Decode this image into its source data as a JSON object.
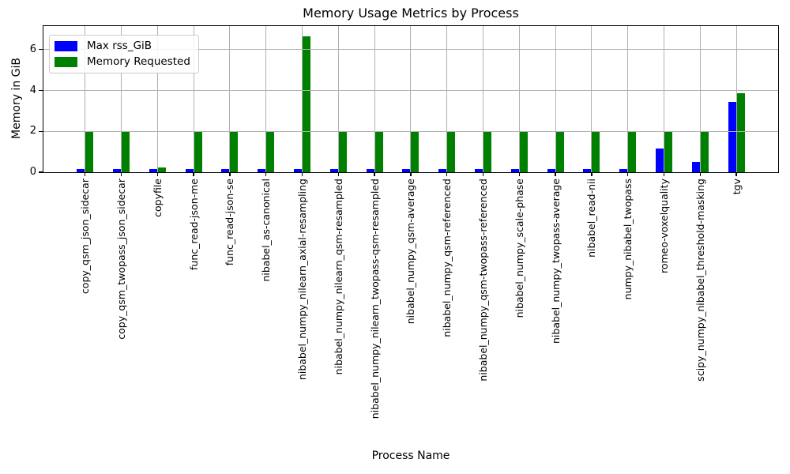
{
  "chart_data": {
    "type": "bar",
    "title": "Memory Usage Metrics by Process",
    "xlabel": "Process Name",
    "ylabel": "Memory in GiB",
    "categories": [
      "copy_qsm_json_sidecar",
      "copy_qsm_twopass_json_sidecar",
      "copyfile",
      "func_read-json-me",
      "func_read-json-se",
      "nibabel_as-canonical",
      "nibabel_numpy_nilearn_axial-resampling",
      "nibabel_numpy_nilearn_qsm-resampled",
      "nibabel_numpy_nilearn_twopass-qsm-resampled",
      "nibabel_numpy_qsm-average",
      "nibabel_numpy_qsm-referenced",
      "nibabel_numpy_qsm-twopass-referenced",
      "nibabel_numpy_scale-phase",
      "nibabel_numpy_twopass-average",
      "nibabel_read-nii",
      "numpy_nibabel_twopass",
      "romeo-voxelquality",
      "scipy_numpy_nibabel_threshold-masking",
      "tgv"
    ],
    "series": [
      {
        "name": "Max rss_GiB",
        "color": "#0000ff",
        "values": [
          0.15,
          0.15,
          0.15,
          0.15,
          0.15,
          0.15,
          0.15,
          0.15,
          0.15,
          0.15,
          0.15,
          0.15,
          0.15,
          0.15,
          0.15,
          0.15,
          1.15,
          0.5,
          3.45
        ]
      },
      {
        "name": "Memory Requested",
        "color": "#008000",
        "values": [
          2,
          2,
          0.25,
          2,
          2,
          2,
          6.65,
          2,
          2,
          2,
          2,
          2,
          2,
          2,
          2,
          2,
          2,
          2,
          3.85
        ]
      }
    ],
    "ylim": [
      0,
      7.15
    ],
    "yticks": [
      0,
      2,
      4,
      6
    ],
    "grid": true,
    "grid_color": "#b0b0b0",
    "legend_position": "upper left"
  }
}
